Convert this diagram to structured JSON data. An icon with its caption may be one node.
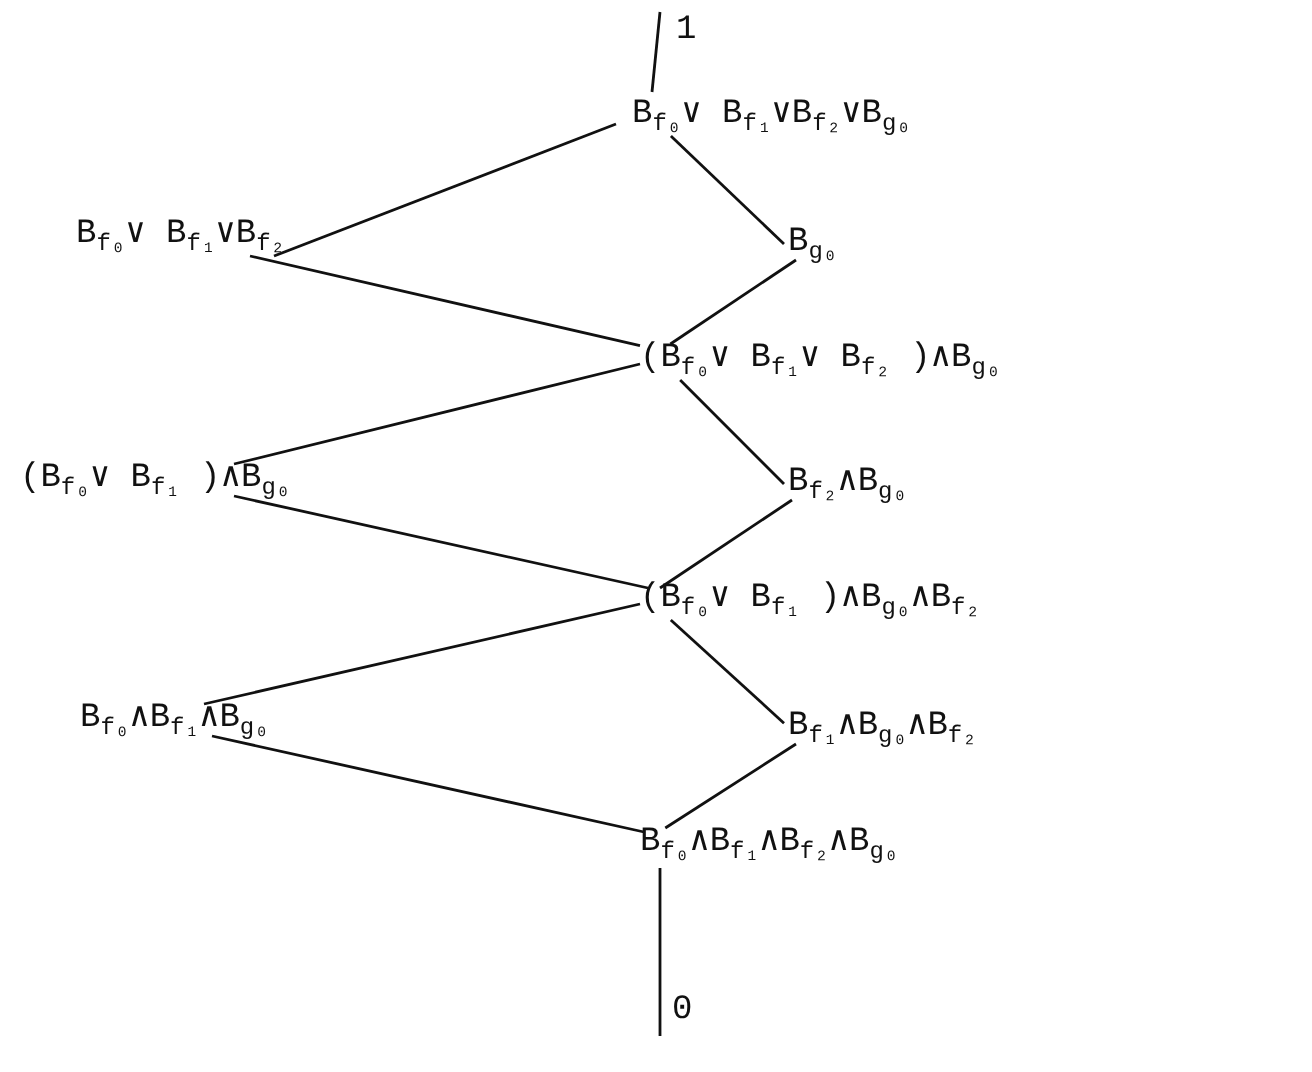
{
  "diagram": {
    "nodes": [
      {
        "text": [
          "1"
        ]
      },
      {
        "text": [
          "B$_{f₀}$∨ B$_{f₁}$∨B$_{f₂}$∨B$_{g₀}$"
        ]
      },
      {
        "text": [
          "B$_{f₀}$∨ B$_{f₁}$∨B$_{f₂}$"
        ]
      },
      {
        "text": [
          "B$_{g₀}$"
        ]
      },
      {
        "text": [
          "(B$_{f₀}$∨ B$_{f₁}$∨ B$_{f₂}$ )∧B$_{g₀}$"
        ]
      },
      {
        "text": [
          "(B$_{f₀}$∨ B$_{f₁}$ )∧B$_{g₀}$"
        ]
      },
      {
        "text": [
          "B$_{f₂}$∧B$_{g₀}$"
        ]
      },
      {
        "text": [
          "(B$_{f₀}$∨ B$_{f₁}$ )∧B$_{g₀}$∧B$_{f₂}$"
        ]
      },
      {
        "text": [
          "B$_{f₀}$∧B$_{f₁}$∧B$_{g₀}$"
        ]
      },
      {
        "text": [
          "B$_{f₁}$∧B$_{g₀}$∧B$_{f₂}$"
        ]
      },
      {
        "text": [
          "B$_{f₀}$∧B$_{f₁}$∧B$_{f₂}$∧B$_{g₀}$"
        ]
      },
      {
        "text": [
          "0"
        ]
      }
    ],
    "edges": [
      {
        "from": 0,
        "to": 1,
        "arrow": "none"
      },
      {
        "from": 1,
        "to": 2,
        "arrow": "none"
      },
      {
        "from": 1,
        "to": 3,
        "arrow": "none"
      },
      {
        "from": 2,
        "to": 4,
        "arrow": "none"
      },
      {
        "from": 3,
        "to": 4,
        "arrow": "none"
      },
      {
        "from": 4,
        "to": 5,
        "arrow": "none"
      },
      {
        "from": 4,
        "to": 6,
        "arrow": "none"
      },
      {
        "from": 5,
        "to": 7,
        "arrow": "none"
      },
      {
        "from": 6,
        "to": 7,
        "arrow": "none"
      },
      {
        "from": 7,
        "to": 8,
        "arrow": "none"
      },
      {
        "from": 7,
        "to": 9,
        "arrow": "none"
      },
      {
        "from": 8,
        "to": 10,
        "arrow": "none"
      },
      {
        "from": 9,
        "to": 10,
        "arrow": "none"
      },
      {
        "from": 10,
        "to": 11,
        "arrow": "none"
      }
    ]
  }
}
